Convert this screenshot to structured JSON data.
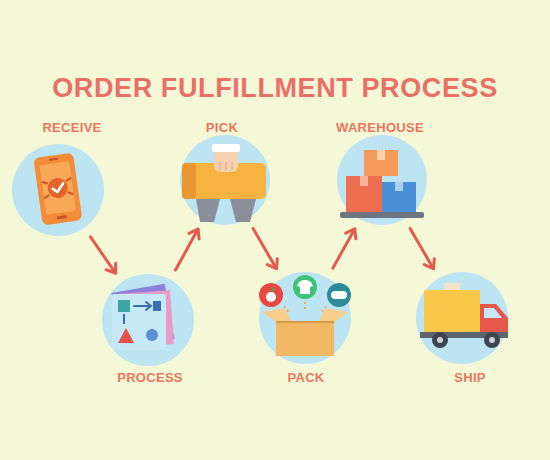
{
  "diagram": {
    "title": "ORDER FULFILLMENT PROCESS",
    "nodes": [
      {
        "text": [
          "RECEIVE"
        ]
      },
      {
        "text": [
          "PROCESS"
        ]
      },
      {
        "text": [
          "PICK"
        ]
      },
      {
        "text": [
          "PACK"
        ]
      },
      {
        "text": [
          "WAREHOUSE"
        ]
      },
      {
        "text": [
          "SHIP"
        ]
      }
    ],
    "edges": [
      {
        "from": 0,
        "to": 1,
        "arrow": "to"
      },
      {
        "from": 1,
        "to": 2,
        "arrow": "to"
      },
      {
        "from": 2,
        "to": 3,
        "arrow": "to"
      },
      {
        "from": 3,
        "to": 4,
        "arrow": "to"
      },
      {
        "from": 4,
        "to": 5,
        "arrow": "to"
      }
    ]
  }
}
